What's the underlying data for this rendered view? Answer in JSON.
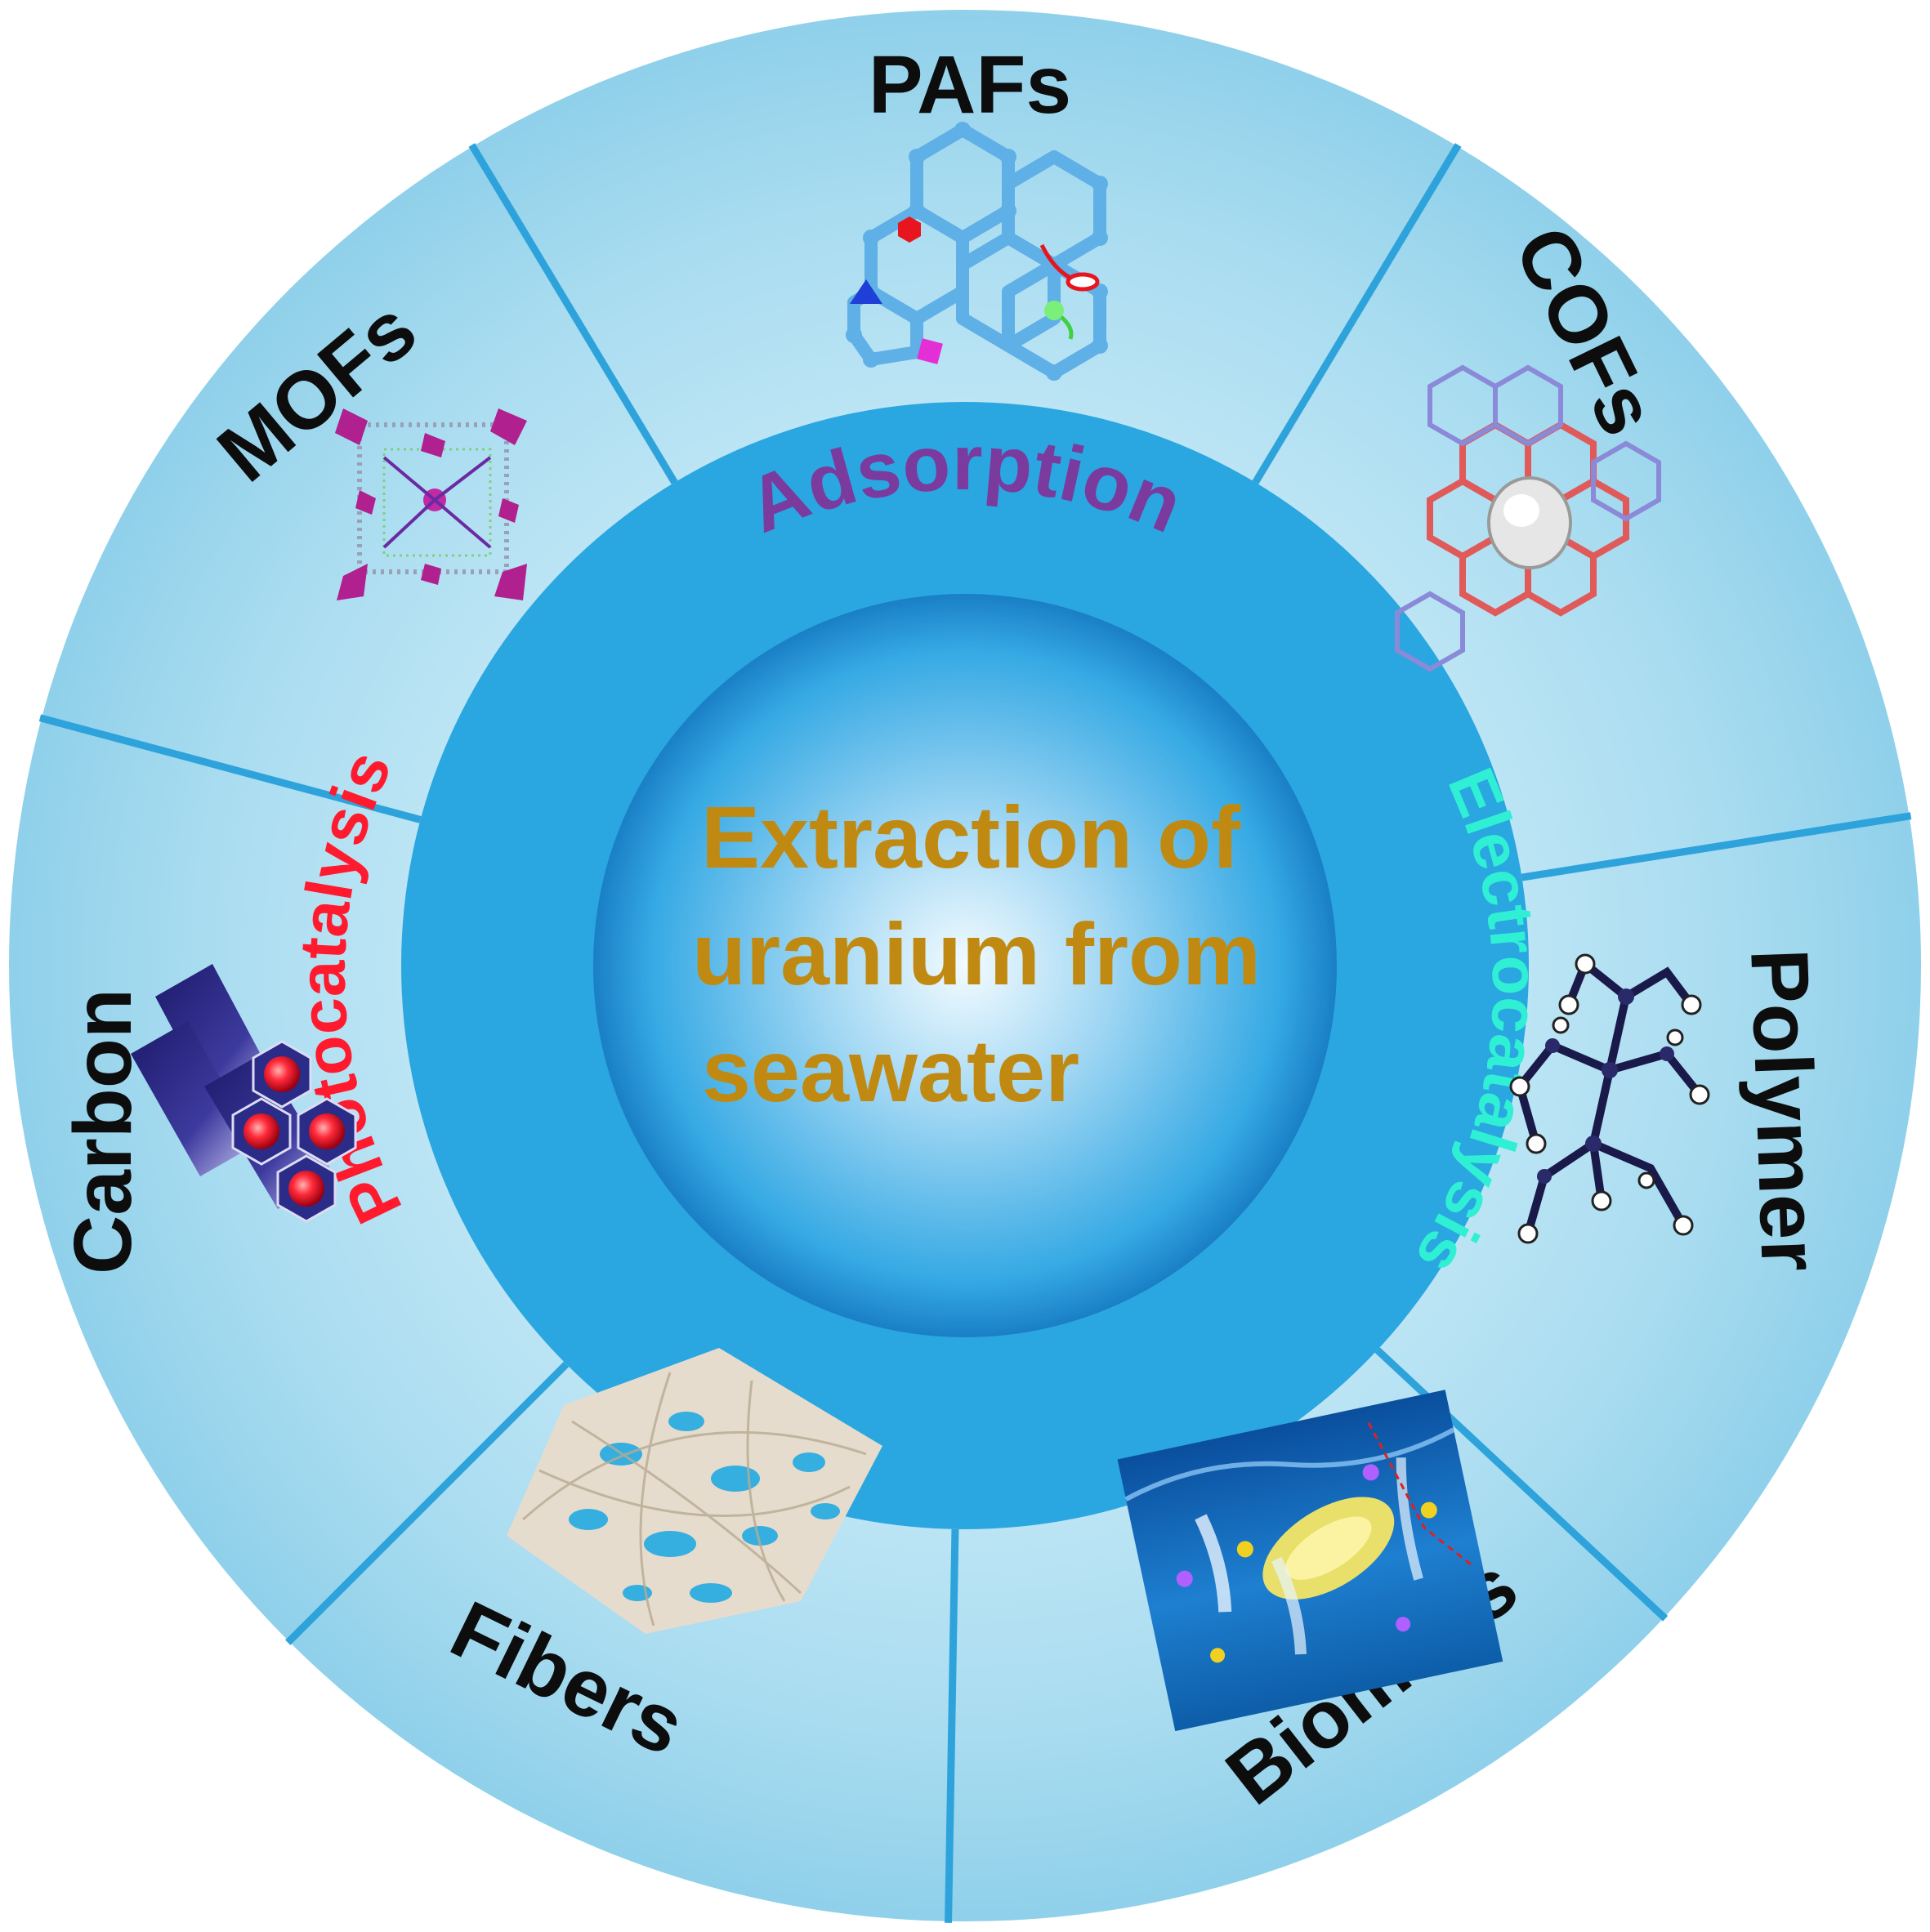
{
  "center": {
    "lines": [
      "Extraction of",
      "uranium from",
      "seawater"
    ],
    "color": "#c08a12"
  },
  "ring": [
    {
      "key": "adsorption",
      "label": "Adsorption",
      "color": "#7b3a9e"
    },
    {
      "key": "photocatalysis",
      "label": "Photocatalysis",
      "color": "#ff1a2e"
    },
    {
      "key": "electrocatalysis",
      "label": "Electrocatalysis",
      "color": "#2ff0d4"
    }
  ],
  "materials": [
    {
      "key": "pafs",
      "label": "PAFs",
      "icon": "paf-framework-icon"
    },
    {
      "key": "cofs",
      "label": "COFs",
      "icon": "cof-lattice-icon"
    },
    {
      "key": "polymer",
      "label": "Polymer",
      "icon": "polymer-molecule-icon"
    },
    {
      "key": "biomass",
      "label": "Biomass",
      "icon": "biomass-seawater-icon"
    },
    {
      "key": "fibers",
      "label": "Fibers",
      "icon": "fiber-mat-icon"
    },
    {
      "key": "carbon",
      "label": "Carbon",
      "icon": "carbon-hexagon-tubes-icon"
    },
    {
      "key": "mofs",
      "label": "MOFs",
      "icon": "mof-cage-icon"
    }
  ],
  "colors": {
    "outer_disk": "#8fd0ea",
    "divider": "#2ea3db",
    "ring": "#2aa6e0",
    "core_center": "#eef8fe",
    "core_edge": "#1f8fd2"
  }
}
